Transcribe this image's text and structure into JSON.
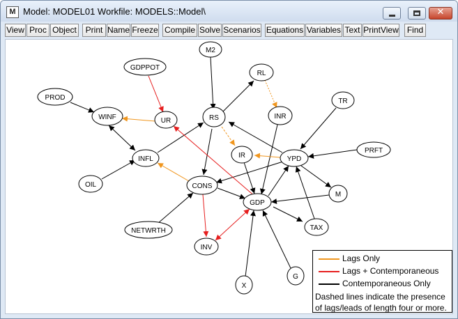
{
  "window": {
    "app_icon": "M",
    "title": "Model: MODEL01   Workfile: MODELS::Model\\",
    "buttons": {
      "minimize": "minimize-icon",
      "maximize": "maximize-icon",
      "close": "close-icon",
      "close_glyph": "✕"
    }
  },
  "toolbar": {
    "buttons": [
      "View",
      "Proc",
      "Object",
      "Print",
      "Name",
      "Freeze",
      "Compile",
      "Solve",
      "Scenarios",
      "Equations",
      "Variables",
      "Text",
      "PrintView",
      "Find"
    ]
  },
  "colors": {
    "lags_only": "#f0961e",
    "lags_contemporaneous": "#e61e1e",
    "contemporaneous_only": "#000000"
  },
  "graph": {
    "nodes": [
      "M2",
      "GDPPOT",
      "RL",
      "PROD",
      "TR",
      "WINF",
      "UR",
      "RS",
      "INR",
      "IR",
      "YPD",
      "PRFT",
      "INFL",
      "OIL",
      "CONS",
      "M",
      "GDP",
      "TAX",
      "NETWRTH",
      "INV",
      "X",
      "G"
    ]
  },
  "legend": {
    "items": [
      {
        "label": "Lags Only",
        "color": "#f0961e"
      },
      {
        "label": "Lags + Contemporaneous",
        "color": "#e61e1e"
      },
      {
        "label": "Contemporaneous Only",
        "color": "#000000"
      }
    ],
    "note": "Dashed lines indicate the presence of lags/leads of length four or more."
  }
}
